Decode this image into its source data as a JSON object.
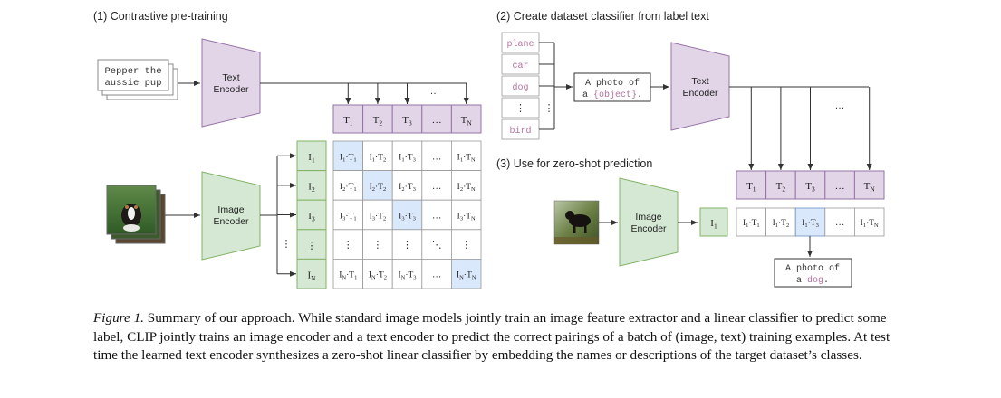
{
  "sections": {
    "pretraining": "(1) Contrastive pre-training",
    "classifier": "(2) Create dataset classifier from label text",
    "zeroshot": "(3) Use for zero-shot prediction"
  },
  "input_text_line1": "Pepper the",
  "input_text_line2": "aussie pup",
  "text_encoder": {
    "line1": "Text",
    "line2": "Encoder"
  },
  "image_encoder": {
    "line1": "Image",
    "line2": "Encoder"
  },
  "text_embeddings": [
    "T",
    "T",
    "T",
    "…",
    "T"
  ],
  "text_embedding_subs": [
    "1",
    "2",
    "3",
    "",
    "N"
  ],
  "image_embeddings": [
    "I",
    "I",
    "I",
    "⋮",
    "I"
  ],
  "image_embedding_subs": [
    "1",
    "2",
    "3",
    "",
    "N"
  ],
  "ellipsis_h": "…",
  "ellipsis_v": "⋮",
  "ellipsis_diag": "⋱",
  "labels": [
    "plane",
    "car",
    "dog",
    "⋮",
    "bird"
  ],
  "prompt_template": {
    "line1": "A photo of",
    "line2_prefix": "a ",
    "line2_object": "{object}",
    "line2_suffix": "."
  },
  "zs_image_embedding": "I",
  "zs_image_embedding_sub": "1",
  "prediction": {
    "line1": "A photo of",
    "line2_prefix": "a ",
    "line2_object": "dog",
    "line2_suffix": "."
  },
  "caption": {
    "figure_label": "Figure 1.",
    "text": " Summary of our approach. While standard image models jointly train an image feature extractor and a linear classifier to predict some label, CLIP jointly trains an image encoder and a text encoder to predict the correct pairings of a batch of (image, text) training examples. At test time the learned text encoder synthesizes a zero-shot linear classifier by embedding the names or descriptions of the target dataset’s classes."
  },
  "colors": {
    "text_encoder": "#e1d5e7",
    "text_encoder_stroke": "#9673a6",
    "image_encoder": "#d5e8d4",
    "image_encoder_stroke": "#82b366",
    "highlight": "#dae8fc",
    "highlight_stroke": "#6c8ebf",
    "label_text": "#b5739d"
  }
}
